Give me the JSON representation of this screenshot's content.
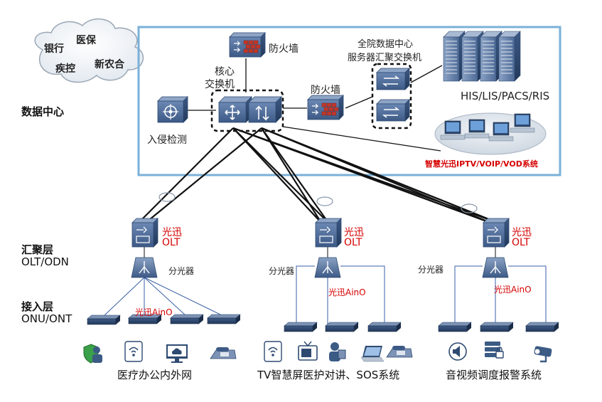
{
  "cloud": {
    "items": [
      "银行",
      "医保",
      "疾控",
      "新农合"
    ]
  },
  "datacenter": {
    "section_label": "数据中心",
    "firewall_top_label": "防火墙",
    "core_switch_label_line1": "核心",
    "core_switch_label_line2": "交换机",
    "firewall_mid_label": "防火墙",
    "ids_label": "入侵检测",
    "server_switch_label_line1": "全院数据中心",
    "server_switch_label_line2": "服务器汇聚交换机",
    "servers_label": "HIS/LIS/PACS/RIS",
    "iptv_label": "智慧光迅IPTV/VOIP/VOD系统"
  },
  "layers": {
    "agg_title": "汇聚层",
    "agg_sub": "OLT/ODN",
    "access_title": "接入层",
    "access_sub": "ONU/ONT"
  },
  "branches": [
    {
      "olt_line1": "光迅",
      "olt_line2": "OLT",
      "splitter_label": "分光器",
      "ainO_label": "光迅AinO",
      "footer": "医疗办公内外网"
    },
    {
      "olt_line1": "光迅",
      "olt_line2": "OLT",
      "splitter_label": "分光器",
      "ainO_label": "光迅AinO",
      "footer": "TV智慧屏医护对讲、SOS系统"
    },
    {
      "olt_line1": "光迅",
      "olt_line2": "OLT",
      "splitter_label": "分光器",
      "ainO_label": "光迅AinO",
      "footer": "音视频调度报警系统"
    }
  ],
  "colors": {
    "frame": "#7ab0d8",
    "device": "#4f6e9a",
    "device_dark": "#2e4a72",
    "accent_red": "#d60000",
    "link": "#1a1a1a",
    "fiber": "#3a5fa8"
  },
  "icons": {
    "branch1": [
      "security-guard-icon",
      "wifi-ap-icon",
      "monitor-cloud-icon",
      "ip-phone-icon"
    ],
    "branch2": [
      "wifi-ap-icon",
      "tv-icon",
      "user-terminal-icon",
      "laptop-icon",
      "ip-phone-icon"
    ],
    "branch3": [
      "speaker-icon",
      "storage-lock-icon",
      "camera-icon"
    ]
  }
}
